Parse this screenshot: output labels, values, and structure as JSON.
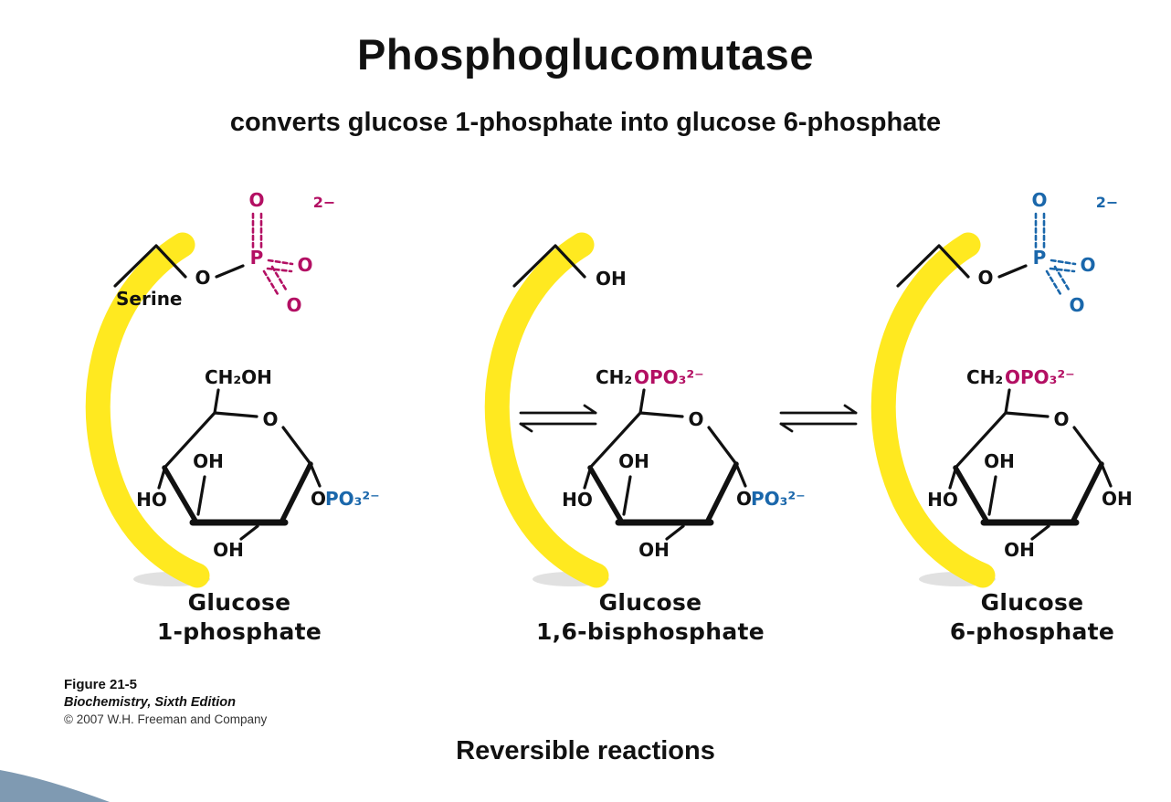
{
  "slide": {
    "title": "Phosphoglucomutase",
    "subtitle": "converts glucose 1-phosphate into glucose 6-phosphate",
    "bottom_note": "Reversible reactions"
  },
  "figure_caption": {
    "figure_number": "Figure 21-5",
    "book": "Biochemistry, Sixth Edition",
    "copyright": "© 2007 W.H. Freeman and Company"
  },
  "colors": {
    "phosphate_magenta": "#b30f63",
    "phosphate_blue": "#1a67ab",
    "enzyme_yellow": "#ffe920",
    "corner_slate": "#7f9ab2"
  },
  "labels": {
    "serine": "Serine",
    "o": "O",
    "p": "P",
    "charge_2minus": "2−",
    "oh": "OH",
    "ho": "HO",
    "ch2oh": "CH₂OH",
    "ch2": "CH₂",
    "opo3_2minus": "OPO₃²⁻",
    "po3_2minus": "PO₃²⁻"
  },
  "molecules": [
    {
      "line1": "Glucose",
      "line2": "1-phosphate"
    },
    {
      "line1": "Glucose",
      "line2": "1,6-bisphosphate"
    },
    {
      "line1": "Glucose",
      "line2": "6-phosphate"
    }
  ]
}
